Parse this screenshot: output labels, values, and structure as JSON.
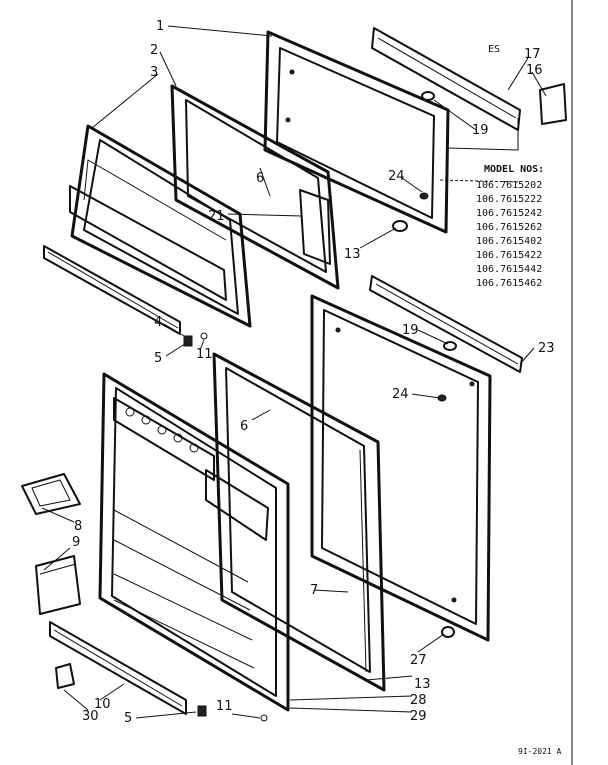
{
  "diagram": {
    "corner_code": "ES",
    "footer_code": "9I-2021 A",
    "model_heading": "MODEL NOS:",
    "models": [
      "106.7615202",
      "106.7615222",
      "106.7615242",
      "106.7615262",
      "106.7615402",
      "106.7615422",
      "106.7615442",
      "106.7615462"
    ],
    "callouts": {
      "c1": "1",
      "c2": "2",
      "c3": "3",
      "c4": "4",
      "c5a": "5",
      "c5b": "5",
      "c6a": "6",
      "c6b": "6",
      "c7": "7",
      "c8": "8",
      "c9": "9",
      "c10": "10",
      "c11a": "11",
      "c11b": "11",
      "c13a": "13",
      "c13b": "13",
      "c16": "16",
      "c17": "17",
      "c19a": "19",
      "c19b": "19",
      "c21": "21",
      "c23": "23",
      "c24a": "24",
      "c24b": "24",
      "c27": "27",
      "c28": "28",
      "c29": "29",
      "c30": "30"
    }
  }
}
